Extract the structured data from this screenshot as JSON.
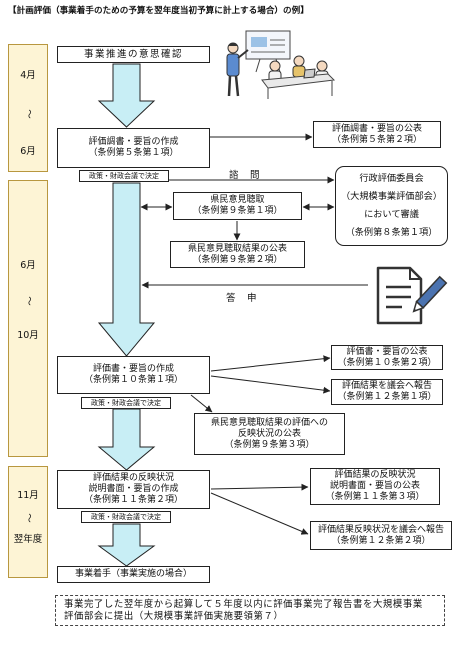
{
  "title": "【計画評価（事業着手のための予算を翌年度当初予算に計上する場合）の例】",
  "colors": {
    "period_fill": "#fdf4d5",
    "period_border": "#b8973f",
    "arrow_fill": "#c8eef5",
    "pen": "#4b73b0"
  },
  "periods": [
    {
      "start": "4月",
      "separator": "〜",
      "end": "6月"
    },
    {
      "start": "6月",
      "separator": "〜",
      "end": "10月"
    },
    {
      "start": "11月",
      "separator": "〜",
      "end": "翌年度"
    }
  ],
  "main_flow": {
    "intent": "事業推進の意思確認",
    "survey_draft": [
      "評価調書・要旨の作成",
      "（条例第５条第１項）"
    ],
    "evaluation_draft": [
      "評価書・要旨の作成",
      "（条例第１０条第１項）"
    ],
    "reflection_draft": [
      "評価結果の反映状況",
      "説明書面・要旨の作成",
      "（条例第１１条第２項）"
    ],
    "project_start": "事業着手（事業実施の場合）"
  },
  "decision_note": "政策・財政会議で決定",
  "consultation": {
    "inquiry_label": "諮　問",
    "answer_label": "答　申",
    "committee": [
      "行政評価委員会",
      "（大規模事業評価部会）",
      "において審議",
      "（条例第８条第１項）"
    ]
  },
  "side_steps": {
    "survey_publication": [
      "評価調書・要旨の公表",
      "（条例第５条第２項）"
    ],
    "public_hearing": [
      "県民意見聴取",
      "（条例第９条第１項）"
    ],
    "hearing_result_publication": [
      "県民意見聴取結果の公表",
      "（条例第９条第２項）"
    ],
    "evaluation_publication": [
      "評価書・要旨の公表",
      "（条例第１０条第２項）"
    ],
    "evaluation_report": [
      "評価結果を議会へ報告",
      "（条例第１２条第１項）"
    ],
    "hearing_reflection_publication": [
      "県民意見聴取結果の評価への",
      "反映状況の公表",
      "（条例第９条第３項）"
    ],
    "reflection_publication": [
      "評価結果の反映状況",
      "説明書面・要旨の公表",
      "（条例第１１条第３項）"
    ],
    "reflection_report": [
      "評価結果反映状況を議会へ報告",
      "（条例第１２条第２項）"
    ]
  },
  "footnote": [
    "事業完了した翌年度から起算して５年度以内に評価事業完了報告書を大規模事業",
    "評価部会に提出（大規模事業評価実施要領第７）"
  ]
}
